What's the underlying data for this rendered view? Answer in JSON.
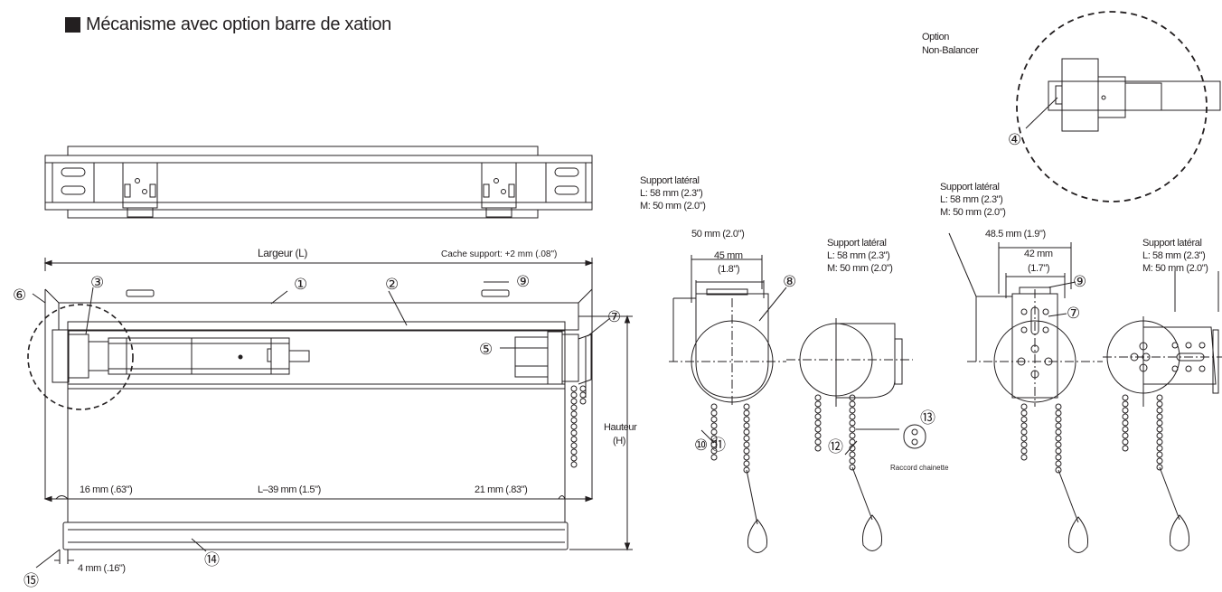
{
  "title": "Mécanisme avec option barre de   xation",
  "option_label": [
    "Option",
    "Non-Balancer"
  ],
  "dimensions": {
    "largeur": "Largeur (L)",
    "cache_support": "Cache support: +2 mm (.08\")",
    "hauteur": [
      "Hauteur",
      "(H)"
    ],
    "left_gap": "16 mm (.63\")",
    "center_width": "L–39 mm (1.5\")",
    "right_gap": "21 mm (.83\")",
    "bar_end": "4 mm (.16\")"
  },
  "side_bracket_1": {
    "label": [
      "Support latéral",
      "L: 58 mm (2.3\")",
      "M: 50 mm (2.0\")"
    ],
    "outer": "50 mm (2.0\")",
    "inner": [
      "45 mm",
      "(1.8\")"
    ]
  },
  "side_bracket_2": {
    "label": [
      "Support latéral",
      "L: 58 mm (2.3\")",
      "M: 50 mm (2.0\")"
    ]
  },
  "side_bracket_3": {
    "label": [
      "Support latéral",
      "L: 58 mm (2.3\")",
      "M: 50 mm (2.0\")"
    ],
    "outer": "48.5 mm (1.9\")",
    "inner": [
      "42 mm",
      "(1.7\")"
    ]
  },
  "side_bracket_4": {
    "label": [
      "Support latéral",
      "L: 58 mm (2.3\")",
      "M: 50 mm (2.0\")"
    ]
  },
  "connector_label": "Raccord chainette",
  "callouts": [
    "①",
    "②",
    "③",
    "④",
    "⑤",
    "⑥",
    "⑦",
    "⑧",
    "⑨",
    "⑩",
    "⑪",
    "⑫",
    "⑬",
    "⑭",
    "⑮"
  ],
  "colors": {
    "ink": "#231f20",
    "paper": "#ffffff"
  }
}
